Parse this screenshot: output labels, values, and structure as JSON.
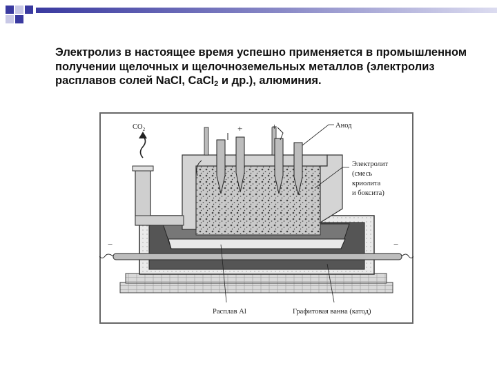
{
  "slide": {
    "text_part1": "Электролиз в настоящее время успешно применяется в промышленном получении щелочных и щелочноземельных металлов (электролиз расплавов солей NaCl, CaCl",
    "text_sub": "2",
    "text_part2": " и др.), алюминия."
  },
  "diagram": {
    "gas_label": "CO",
    "gas_subscript": "2",
    "anode_label": "Анод",
    "electrolyte_label_lines": [
      "Электролит",
      "(смесь",
      "криолита",
      "и боксита)"
    ],
    "melt_label": "Расплав Al",
    "cathode_label": "Графитовая ванна (катод)",
    "anode_sign": "+",
    "cathode_sign": "−"
  },
  "colors": {
    "decoration_blue": "#3a3aa0",
    "decoration_light": "#c8c8e6",
    "diagram_frame": "#666666"
  }
}
